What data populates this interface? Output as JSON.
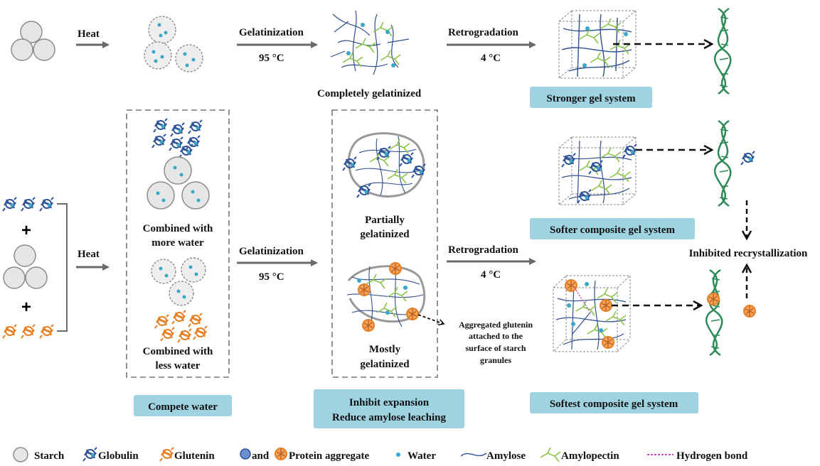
{
  "colors": {
    "starch_fill": "#e6e6e6",
    "starch_stroke": "#8c8c8c",
    "water": "#3aa6c9",
    "amylose": "#2f4f8f",
    "amylopectin": "#8bc34a",
    "globulin": "#2f5597",
    "glutenin": "#e67e22",
    "helix": "#2e8b57",
    "label_box": "#9fd3e2",
    "arrow": "#6a6a6a",
    "hydrogen_bond": "#c04cc0"
  },
  "top_row": {
    "heat": "Heat",
    "gelatinization": "Gelatinization",
    "gel_temp": "95 °C",
    "retrogradation": "Retrogradation",
    "retro_temp": "4 °C",
    "completely_gelatinized": "Completely gelatinized",
    "stronger_gel": "Stronger gel system"
  },
  "bottom_row": {
    "heat": "Heat",
    "gelatinization": "Gelatinization",
    "gel_temp": "95 °C",
    "retrogradation": "Retrogradation",
    "retro_temp": "4 °C",
    "more_water_1": "Combined with",
    "more_water_2": "more water",
    "less_water_1": "Combined with",
    "less_water_2": "less water",
    "partially_1": "Partially",
    "partially_2": "gelatinized",
    "mostly_1": "Mostly",
    "mostly_2": "gelatinized",
    "aggregated_1": "Aggregated glutenin",
    "aggregated_2": "attached to the",
    "aggregated_3": "surface of starch",
    "aggregated_4": "granules",
    "softer_gel": "Softer composite gel system",
    "softest_gel": "Softest composite gel system",
    "inhibited": "Inhibited recrystallization",
    "compete_water": "Compete water",
    "inhibit_1": "Inhibit  expansion",
    "inhibit_2": "Reduce amylose leaching"
  },
  "legend": {
    "starch": "Starch",
    "globulin": "Globulin",
    "glutenin": "Glutenin",
    "and": "and",
    "protein_aggregate": "Protein aggregate",
    "water": "Water",
    "amylose": "Amylose",
    "amylopectin": "Amylopectin",
    "hydrogen_bond": "Hydrogen bond"
  }
}
